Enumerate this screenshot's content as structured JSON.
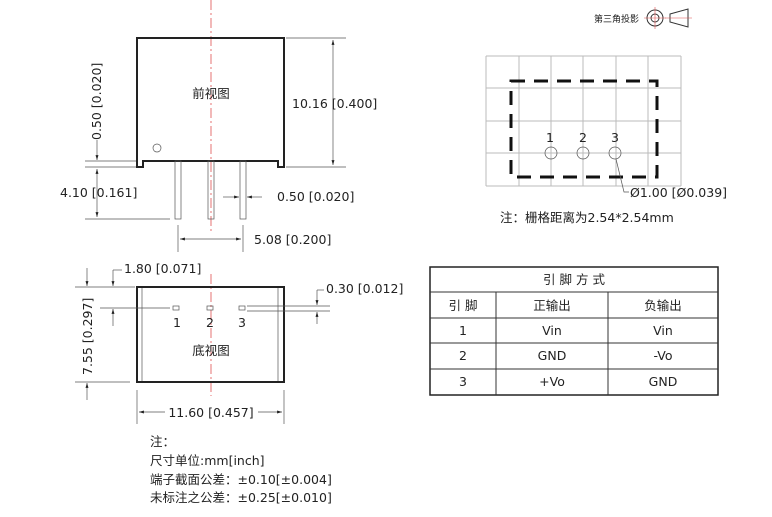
{
  "projection": {
    "label": "第三角投影"
  },
  "front_view": {
    "label": "前视图",
    "dim_height": "10.16 [0.400]",
    "dim_standoff": "0.50 [0.020]",
    "dim_pin_length": "4.10 [0.161]",
    "dim_pin_width": "0.50 [0.020]",
    "dim_pin_pitch": "5.08 [0.200]"
  },
  "bottom_view": {
    "label": "底视图",
    "dim_pin_offset": "1.80 [0.071]",
    "dim_depth": "7.55 [0.297]",
    "dim_pin_thickness": "0.30 [0.012]",
    "dim_width": "11.60 [0.457]",
    "pins": [
      "1",
      "2",
      "3"
    ]
  },
  "pcb_layout": {
    "pins": [
      "1",
      "2",
      "3"
    ],
    "hole_dim": "Ø1.00 [Ø0.039]",
    "note": "注：栅格距离为2.54*2.54mm"
  },
  "pin_table": {
    "title": "引 脚 方 式",
    "headers": [
      "引 脚",
      "正输出",
      "负输出"
    ],
    "rows": [
      [
        "1",
        "Vin",
        "Vin"
      ],
      [
        "2",
        "GND",
        "-Vo"
      ],
      [
        "3",
        "+Vo",
        "GND"
      ]
    ]
  },
  "notes": [
    "注：",
    "尺寸单位:mm[inch]",
    "端子截面公差：±0.10[±0.004]",
    "未标注之公差：±0.25[±0.010]"
  ],
  "colors": {
    "centerline": "#e05050"
  }
}
